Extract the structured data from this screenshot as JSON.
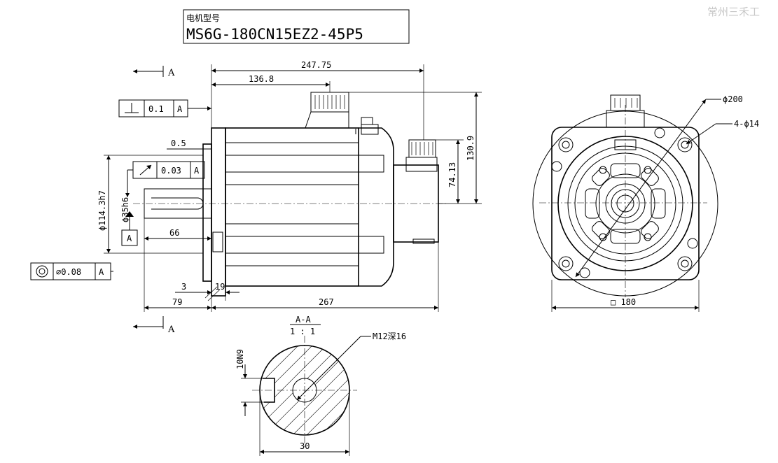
{
  "watermark": "常州三禾工",
  "model": {
    "title": "电机型号",
    "code": "MS6G-180CN15EZ2-45P5"
  },
  "section_marks": {
    "top_letter": "A",
    "bottom_letter": "A",
    "view_title": "A-A",
    "view_scale": "1 : 1"
  },
  "tolerance_frames": {
    "perpendicularity": {
      "value": "0.1",
      "datum": "A"
    },
    "runout": {
      "value": "0.03",
      "datum": "A"
    },
    "concentricity": {
      "value": "∅0.08",
      "datum": "A"
    },
    "datum_flag": "A"
  },
  "side_view_dims": {
    "connector_offset": "247.75",
    "encoder_offset": "136.8",
    "flange_offset": "0.5",
    "total_height": "130.9",
    "encoder_height": "74.13",
    "pilot_diameter": "ϕ114.3h7",
    "shaft_diameter": "ϕ35h6",
    "shaft_length": "66",
    "flange_thickness": "3",
    "flange_width": "19",
    "shaft_extension": "79",
    "body_length": "267"
  },
  "front_view_dims": {
    "pcd": "ϕ200",
    "holes": "4-ϕ14",
    "square": "□ 180"
  },
  "section_view_dims": {
    "keyway": "10N9",
    "thread": "M12深16",
    "diameter": "30"
  }
}
